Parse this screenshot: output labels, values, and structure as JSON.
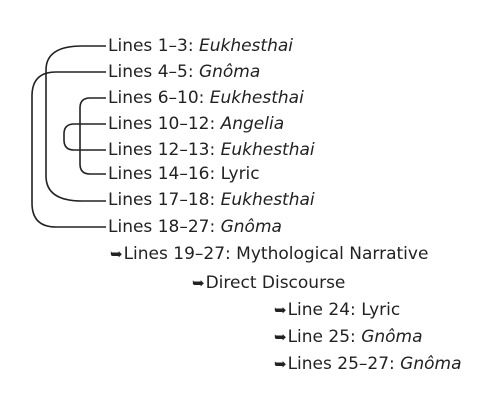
{
  "lines": [
    {
      "label": "Lines 1–3: ",
      "genre": "Eukhesthai",
      "italic": true
    },
    {
      "label": "Lines 4–5: ",
      "genre": "Gnôma",
      "italic": true
    },
    {
      "label": "Lines 6–10: ",
      "genre": "Eukhesthai",
      "italic": true
    },
    {
      "label": "Lines 10–12: ",
      "genre": "Angelia",
      "italic": true
    },
    {
      "label": "Lines 12–13: ",
      "genre": "Eukhesthai",
      "italic": true
    },
    {
      "label": "Lines 14–16: ",
      "genre": "Lyric",
      "italic": false
    },
    {
      "label": "Lines 17–18: ",
      "genre": "Eukhesthai",
      "italic": true
    },
    {
      "label": "Lines 18–27: ",
      "genre": "Gnôma",
      "italic": true
    }
  ],
  "nested": [
    {
      "arrow": "➥",
      "label": "Lines 19–27: ",
      "genre": "Mythological Narrative",
      "italic": false
    },
    {
      "arrow": "➥",
      "label": "Direct Discourse",
      "genre": "",
      "italic": false
    },
    {
      "arrow": "➥",
      "label": "Line 24: ",
      "genre": "Lyric",
      "italic": false
    },
    {
      "arrow": "➥",
      "label": "Line 25: ",
      "genre": "Gnôma",
      "italic": true
    },
    {
      "arrow": "➥",
      "label": "Lines 25–27: ",
      "genre": "Gnôma",
      "italic": true
    }
  ]
}
